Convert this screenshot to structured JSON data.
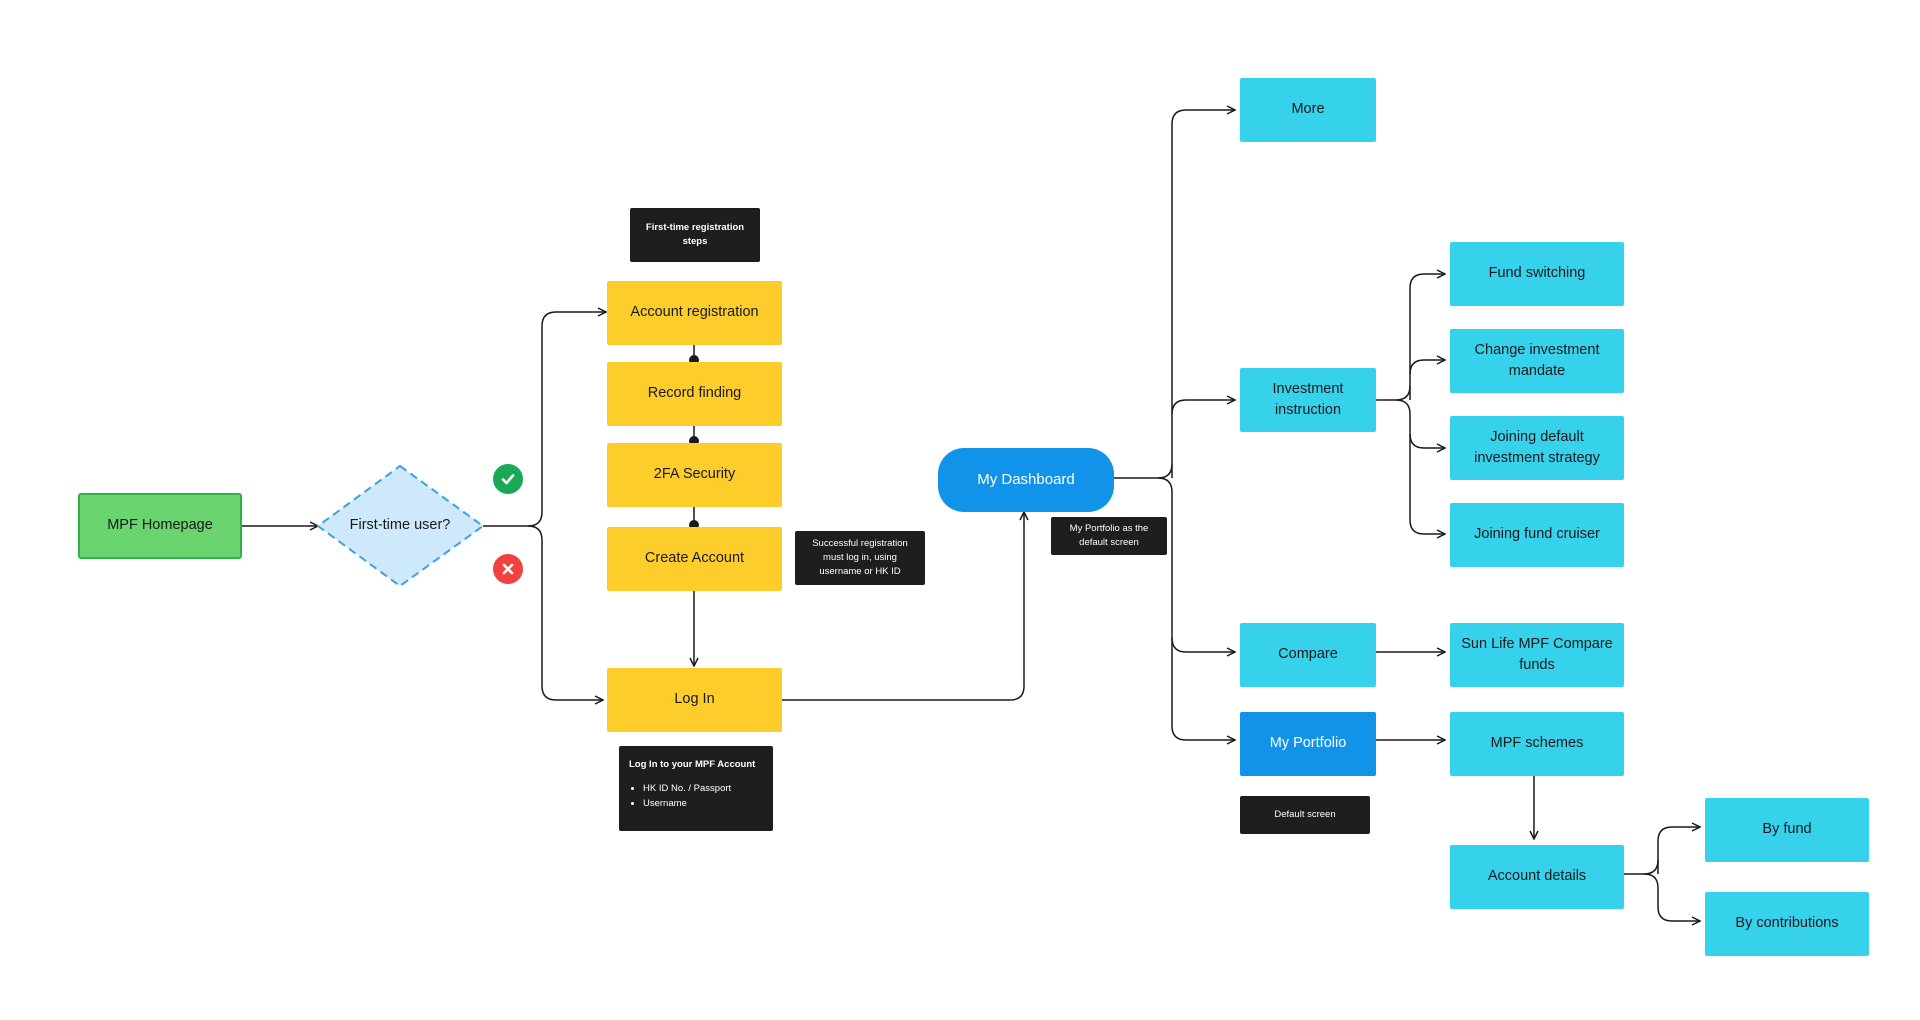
{
  "nodes": {
    "mpf_homepage": "MPF Homepage",
    "first_time_user": "First-time user?",
    "account_registration": "Account registration",
    "record_finding": "Record finding",
    "twofa_security": "2FA Security",
    "create_account": "Create Account",
    "log_in": "Log In",
    "my_dashboard": "My Dashboard",
    "more": "More",
    "investment_instruction": "Investment instruction",
    "fund_switching": "Fund switching",
    "change_investment_mandate": "Change investment mandate",
    "joining_default_investment_strategy": "Joining default investment strategy",
    "joining_fund_cruiser": "Joining fund cruiser",
    "compare": "Compare",
    "sun_life_mpf_compare_funds": "Sun Life MPF Compare funds",
    "my_portfolio": "My Portfolio",
    "mpf_schemes": "MPF schemes",
    "account_details": "Account details",
    "by_fund": "By fund",
    "by_contributions": "By contributions"
  },
  "notes": {
    "registration_steps": "First-time registration steps",
    "successful_registration": "Successful registration must log in, using username or HK ID",
    "login_title": "Log In to your MPF Account",
    "login_items": [
      "HK ID No. / Passport",
      "Username"
    ],
    "portfolio_default": "My Portfolio as the default screen",
    "default_screen": "Default screen"
  },
  "badges": {
    "yes_icon": "check-circle-icon",
    "no_icon": "x-circle-icon"
  },
  "colors": {
    "green": "#6ad46f",
    "yellow": "#fdcd2b",
    "cyan": "#36d2ec",
    "blue": "#1193ea",
    "note": "#1e1e1e",
    "decision": "#cde9fb"
  }
}
